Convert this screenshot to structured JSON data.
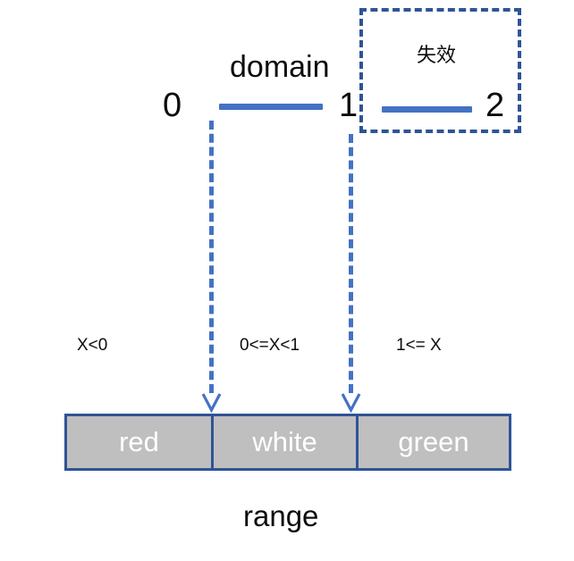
{
  "diagram": {
    "title_domain": "domain",
    "title_range": "range",
    "invalid_note": "失效",
    "domain_axis": {
      "ticks": [
        "0",
        "1",
        "2"
      ],
      "segments": [
        {
          "name": "valid-domain-segment",
          "from": "0",
          "to": "1"
        },
        {
          "name": "invalid-domain-segment",
          "from": "1",
          "to": "2"
        }
      ]
    },
    "conditions": [
      "X<0",
      "0<=X<1",
      "1<= X"
    ],
    "range_cells": [
      "red",
      "white",
      "green"
    ],
    "colors": {
      "segment_blue": "#4472C4",
      "outline_blue": "#2F5496",
      "cell_fill_gray": "#BFBFBF",
      "cell_text": "#FFFFFF",
      "text_black": "#0D0D0D"
    }
  }
}
